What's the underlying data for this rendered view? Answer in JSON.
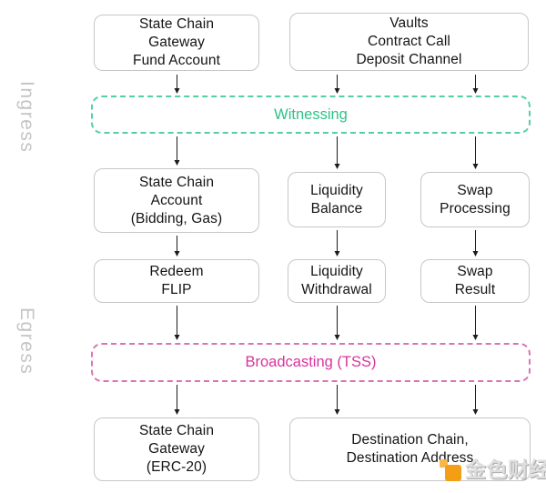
{
  "diagram": {
    "section_labels": {
      "ingress": "Ingress",
      "egress": "Egress"
    },
    "stages": {
      "witnessing": {
        "label": "Witnessing",
        "text_color": "#2ec289",
        "dash_color": "#55cfa0"
      },
      "broadcasting": {
        "label": "Broadcasting (TSS)",
        "text_color": "#d5359c",
        "dash_color": "#d973b8"
      }
    },
    "nodes": {
      "state_chain_gateway_fund_account": {
        "lines": [
          "State Chain",
          "Gateway",
          "Fund Account"
        ]
      },
      "vaults_contract_call_deposit_channel": {
        "lines": [
          "Vaults",
          "Contract Call",
          "Deposit Channel"
        ]
      },
      "state_chain_account_bidding_gas": {
        "lines": [
          "State Chain",
          "Account",
          "(Bidding, Gas)"
        ]
      },
      "liquidity_balance": {
        "lines": [
          "Liquidity",
          "Balance"
        ]
      },
      "swap_processing": {
        "lines": [
          "Swap",
          "Processing"
        ]
      },
      "redeem_flip": {
        "lines": [
          "Redeem",
          "FLIP"
        ]
      },
      "liquidity_withdrawal": {
        "lines": [
          "Liquidity",
          "Withdrawal"
        ]
      },
      "swap_result": {
        "lines": [
          "Swap",
          "Result"
        ]
      },
      "state_chain_gateway_erc20": {
        "lines": [
          "State Chain",
          "Gateway",
          "(ERC-20)"
        ]
      },
      "destination_chain_address": {
        "lines": [
          "Destination Chain,",
          "Destination Address"
        ]
      }
    }
  },
  "watermark": {
    "text": "金色财经",
    "logo_color": "#f49e15"
  }
}
